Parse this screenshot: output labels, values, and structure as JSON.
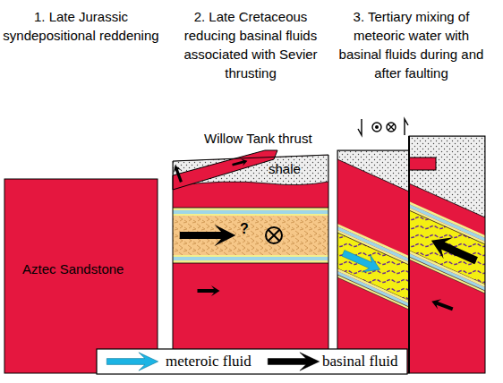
{
  "diagram": {
    "nodes": [
      {
        "text": [
          "1. Late Jurassic syndepositional reddening"
        ]
      },
      {
        "text": [
          "2. Late Cretaceous reducing basinal fluids associated with Sevier thrusting"
        ]
      },
      {
        "text": [
          "3. Tertiary mixing of meteoric water with basinal fluids during and after faulting"
        ]
      }
    ],
    "labels": [
      "Aztec Sandstone",
      "Willow Tank thrust",
      "shale",
      "?"
    ],
    "legend": [
      {
        "text": "meteroic fluid"
      },
      {
        "text": "basinal fluid"
      }
    ]
  }
}
